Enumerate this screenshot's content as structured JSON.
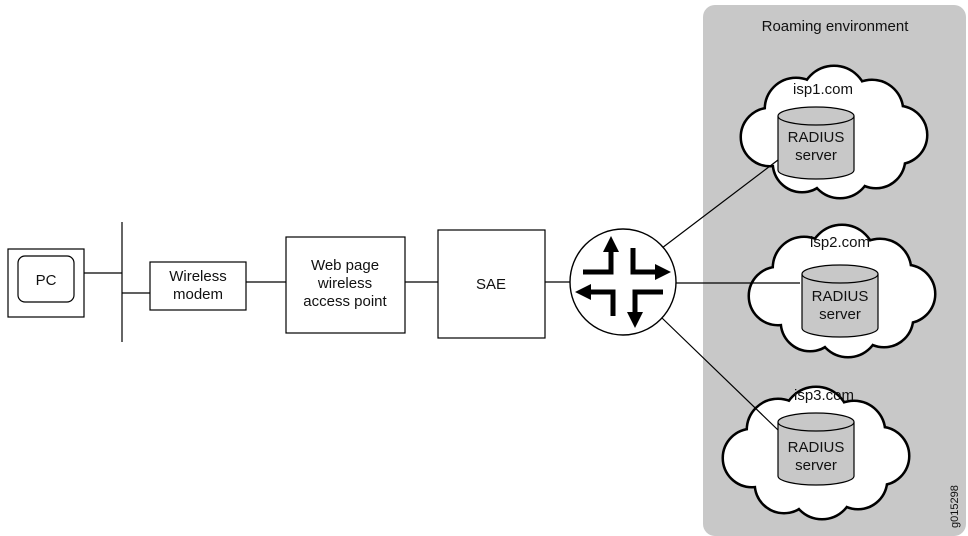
{
  "roaming_environment": {
    "label": "Roaming environment"
  },
  "pc": {
    "label": "PC"
  },
  "wireless_modem": {
    "line1": "Wireless",
    "line2": "modem"
  },
  "access_point": {
    "line1": "Web page",
    "line2": "wireless",
    "line3": "access point"
  },
  "sae": {
    "label": "SAE"
  },
  "router": {
    "icon": "router-icon"
  },
  "isps": [
    {
      "name": "isp1.com",
      "server_line1": "RADIUS",
      "server_line2": "server"
    },
    {
      "name": "isp2.com",
      "server_line1": "RADIUS",
      "server_line2": "server"
    },
    {
      "name": "isp3.com",
      "server_line1": "RADIUS",
      "server_line2": "server"
    }
  ],
  "figure_id": "g015298",
  "colors": {
    "roaming_bg": "#c8c8c8",
    "server_fill": "#c8c8c8",
    "cloud_fill": "#ffffff",
    "stroke": "#000000"
  }
}
